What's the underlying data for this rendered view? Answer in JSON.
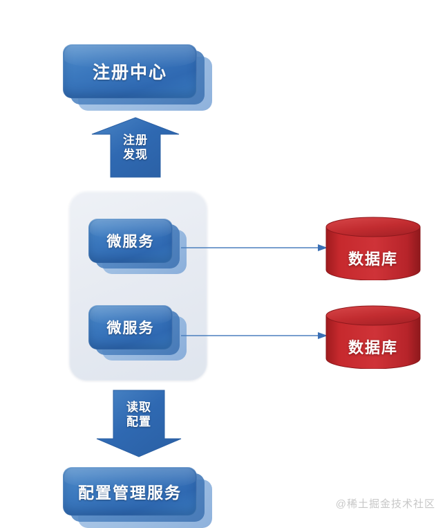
{
  "diagram": {
    "background_color": "#ffffff",
    "nodes": {
      "registry_center": {
        "label": "注册中心",
        "color": "#3a77bd"
      },
      "microservice_1": {
        "label": "微服务",
        "color": "#3a77bd"
      },
      "microservice_2": {
        "label": "微服务",
        "color": "#3a77bd"
      },
      "config_service": {
        "label": "配置管理服务",
        "color": "#3a77bd"
      },
      "database_1": {
        "label": "数据库",
        "color": "#c0282c"
      },
      "database_2": {
        "label": "数据库",
        "color": "#c0282c"
      }
    },
    "arrows": {
      "register_discover": {
        "line1": "注册",
        "line2": "发现",
        "direction": "up",
        "color": "#2f69b2"
      },
      "read_config": {
        "line1": "读取",
        "line2": "配置",
        "direction": "down",
        "color": "#2f69b2"
      },
      "connector_1": {
        "direction": "right",
        "color": "#4a7fbd"
      },
      "connector_2": {
        "direction": "right",
        "color": "#4a7fbd"
      }
    },
    "watermark": "@稀土掘金技术社区"
  }
}
